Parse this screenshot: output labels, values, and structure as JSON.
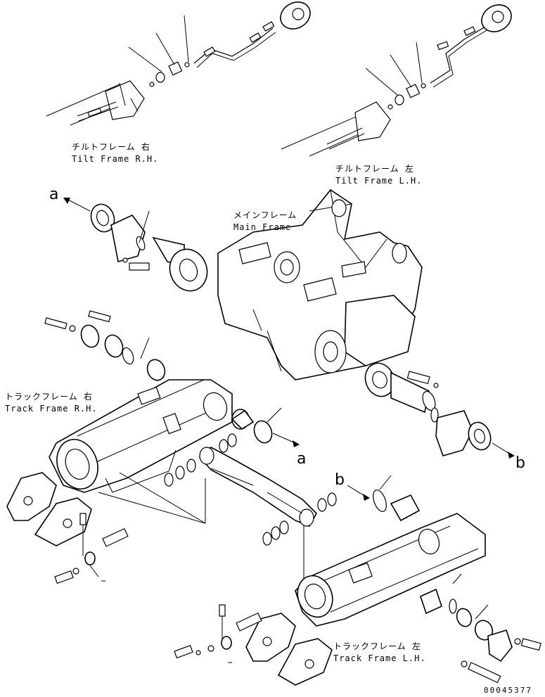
{
  "labels": {
    "tilt_frame_rh_jp": "チルトフレーム 右",
    "tilt_frame_rh_en": "Tilt Frame R.H.",
    "tilt_frame_lh_jp": "チルトフレーム 左",
    "tilt_frame_lh_en": "Tilt Frame L.H.",
    "main_frame_jp": "メインフレーム",
    "main_frame_en": "Main Frame",
    "track_frame_rh_jp": "トラックフレーム 右",
    "track_frame_rh_en": "Track Frame R.H.",
    "track_frame_lh_jp": "トラックフレーム 左",
    "track_frame_lh_en": "Track Frame L.H."
  },
  "refs": {
    "a_top": "a",
    "a_mid": "a",
    "b_right": "b",
    "b_mid": "b"
  },
  "document_number": "00045377"
}
